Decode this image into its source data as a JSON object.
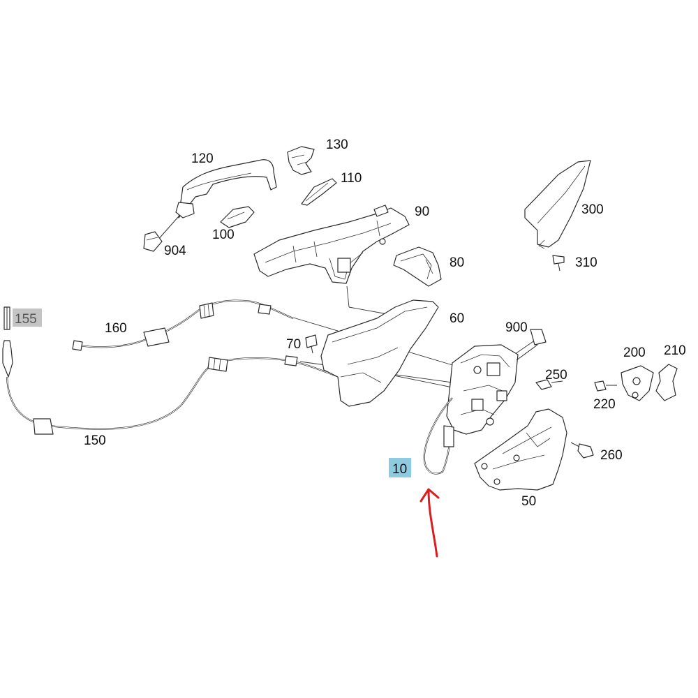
{
  "parts": [
    {
      "id": "p120",
      "label": "120",
      "highlight": false
    },
    {
      "id": "p130",
      "label": "130",
      "highlight": false
    },
    {
      "id": "p110",
      "label": "110",
      "highlight": false
    },
    {
      "id": "p100",
      "label": "100",
      "highlight": false
    },
    {
      "id": "p904",
      "label": "904",
      "highlight": false
    },
    {
      "id": "p90",
      "label": "90",
      "highlight": false
    },
    {
      "id": "p80",
      "label": "80",
      "highlight": false
    },
    {
      "id": "p300",
      "label": "300",
      "highlight": false
    },
    {
      "id": "p310",
      "label": "310",
      "highlight": false
    },
    {
      "id": "p155",
      "label": "155",
      "highlight": true
    },
    {
      "id": "p160",
      "label": "160",
      "highlight": false
    },
    {
      "id": "p60",
      "label": "60",
      "highlight": false
    },
    {
      "id": "p70",
      "label": "70",
      "highlight": false
    },
    {
      "id": "p900",
      "label": "900",
      "highlight": false
    },
    {
      "id": "p200",
      "label": "200",
      "highlight": false
    },
    {
      "id": "p210",
      "label": "210",
      "highlight": false
    },
    {
      "id": "p250",
      "label": "250",
      "highlight": false
    },
    {
      "id": "p220",
      "label": "220",
      "highlight": false
    },
    {
      "id": "p150",
      "label": "150",
      "highlight": false
    },
    {
      "id": "p260",
      "label": "260",
      "highlight": false
    },
    {
      "id": "p10",
      "label": "10",
      "highlight": true
    },
    {
      "id": "p50",
      "label": "50",
      "highlight": false
    }
  ],
  "colors": {
    "line": "#2a2a2a",
    "label_text": "#111111",
    "highlight_gray": "#c4c4c4",
    "highlight_blue": "#8fcbe0",
    "arrow_red": "#d81e1e",
    "background": "#ffffff"
  },
  "annotation": {
    "arrow": "red-arrow-pointing-up",
    "target_part": "10"
  }
}
